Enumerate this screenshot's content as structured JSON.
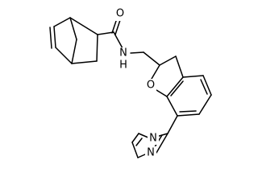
{
  "molecule": {
    "atoms": {
      "carbonyl_oxygen": "O",
      "amide_nitrogen": "N",
      "amide_hydrogen": "H",
      "furan_oxygen": "O",
      "pyrimidine_n1": "N",
      "pyrimidine_n3": "N"
    },
    "bond_color": "#000000",
    "background": "#ffffff"
  }
}
